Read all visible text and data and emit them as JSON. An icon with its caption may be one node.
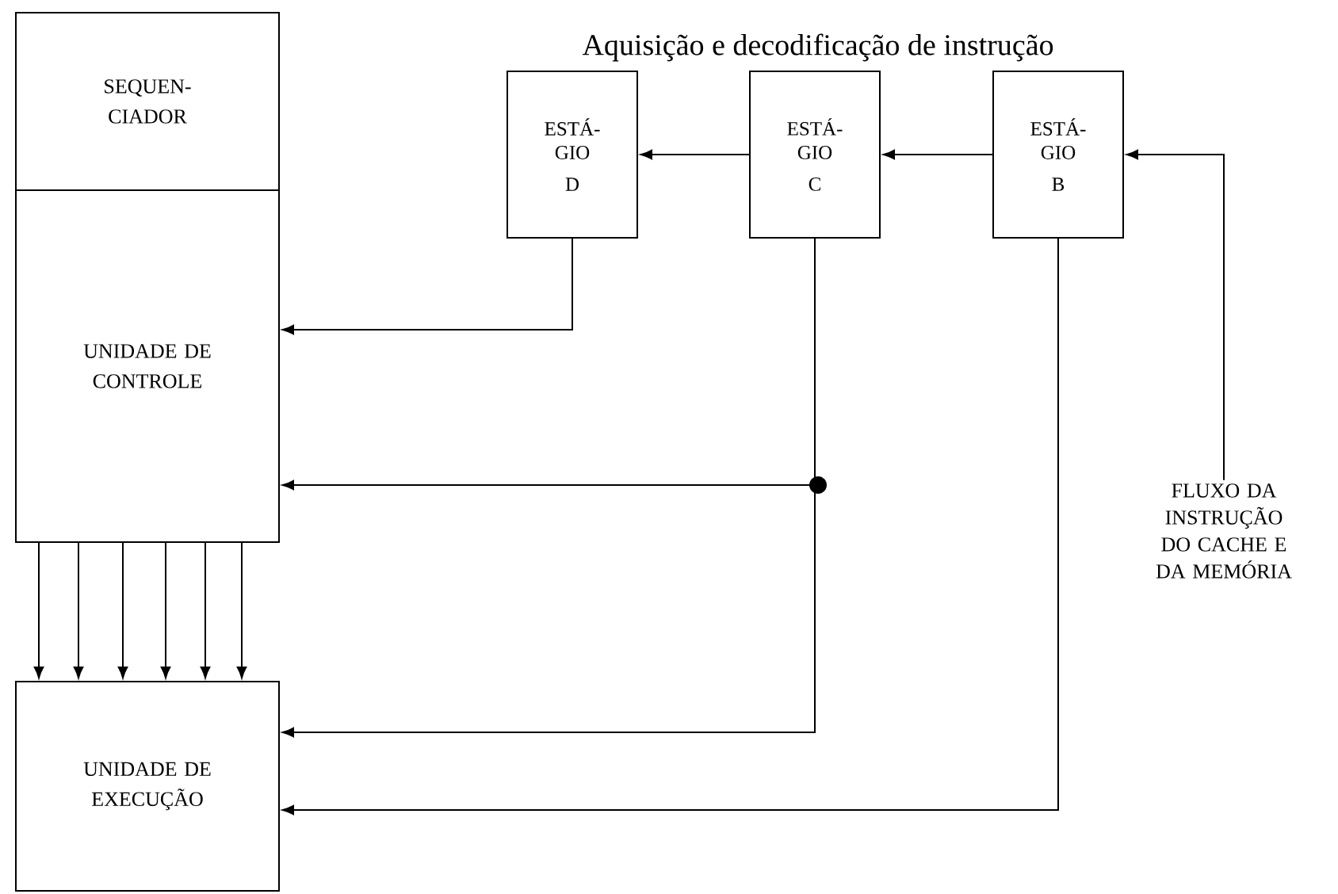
{
  "diagram": {
    "title": "Aquisição e decodificação de instrução",
    "nodes": [
      {
        "text": [
          "SEQUEN- CIADOR"
        ]
      },
      {
        "text": [
          "UNIDADE DE CONTROLE"
        ]
      },
      {
        "text": [
          "ESTÁ- GIO",
          "D"
        ]
      },
      {
        "text": [
          "ESTÁ- GIO",
          "C"
        ]
      },
      {
        "text": [
          "ESTÁ- GIO",
          "B"
        ]
      },
      {
        "text": [
          "UNIDADE DE EXECUÇÃO"
        ]
      },
      {
        "text": [
          "FLUXO DA INSTRUÇÃO DO CACHE E DA MEMÓRIA"
        ]
      }
    ],
    "edges": [
      {
        "from": 6,
        "to": 4,
        "arrow": "to"
      },
      {
        "from": 4,
        "to": 3,
        "arrow": "to"
      },
      {
        "from": 3,
        "to": 2,
        "arrow": "to"
      },
      {
        "from": 2,
        "to": 1,
        "arrow": "to"
      },
      {
        "from": 3,
        "to": 1,
        "arrow": "to"
      },
      {
        "from": 3,
        "to": 5,
        "arrow": "to"
      },
      {
        "from": 4,
        "to": 5,
        "arrow": "to"
      },
      {
        "from": 1,
        "to": 5,
        "arrow": "to"
      },
      {
        "from": 1,
        "to": 5,
        "arrow": "to"
      },
      {
        "from": 1,
        "to": 5,
        "arrow": "to"
      },
      {
        "from": 1,
        "to": 5,
        "arrow": "to"
      },
      {
        "from": 1,
        "to": 5,
        "arrow": "to"
      },
      {
        "from": 1,
        "to": 5,
        "arrow": "to"
      }
    ]
  }
}
